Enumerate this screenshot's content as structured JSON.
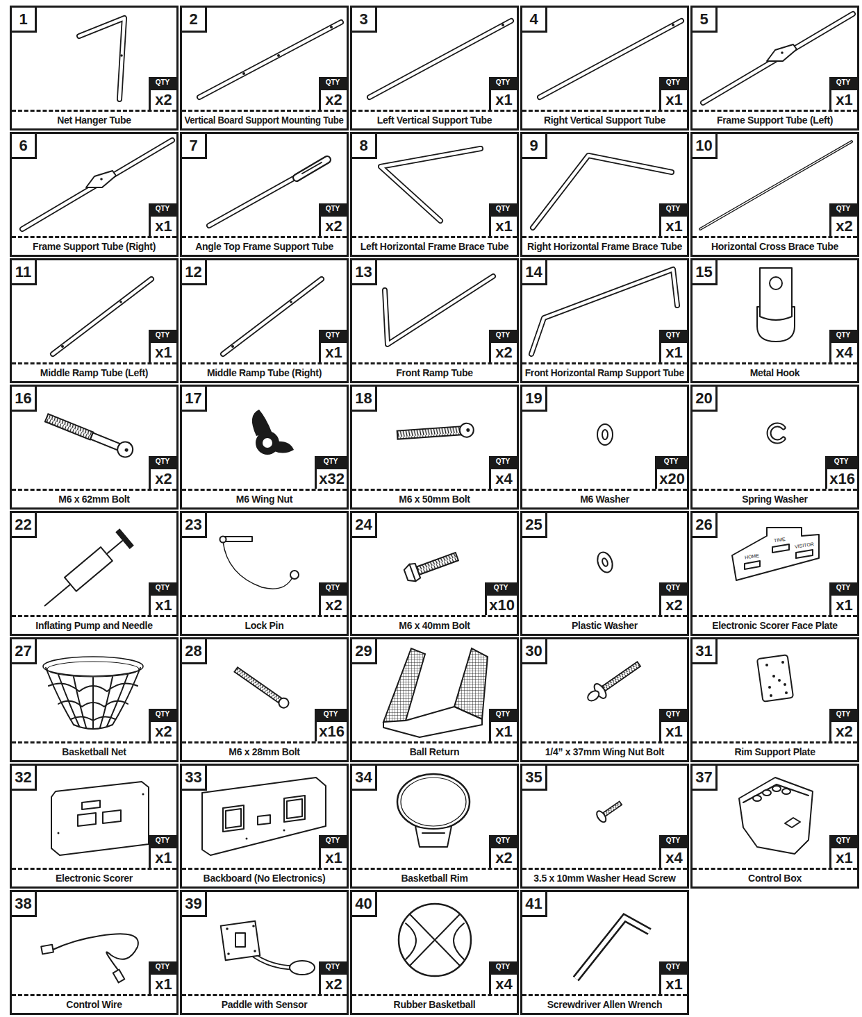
{
  "diagram": {
    "nodes": [
      {
        "text": [
          "1",
          "QTY",
          "x2",
          "Net Hanger Tube"
        ]
      },
      {
        "text": [
          "2",
          "QTY",
          "x2",
          "Vertical Board Support Mounting Tube"
        ]
      },
      {
        "text": [
          "3",
          "QTY",
          "x1",
          "Left Vertical Support Tube"
        ]
      },
      {
        "text": [
          "4",
          "QTY",
          "x1",
          "Right Vertical Support Tube"
        ]
      },
      {
        "text": [
          "5",
          "QTY",
          "x1",
          "Frame Support Tube (Left)"
        ]
      },
      {
        "text": [
          "6",
          "QTY",
          "x1",
          "Frame Support Tube (Right)"
        ]
      },
      {
        "text": [
          "7",
          "QTY",
          "x2",
          "Angle Top Frame Support Tube"
        ]
      },
      {
        "text": [
          "8",
          "QTY",
          "x1",
          "Left Horizontal Frame Brace Tube"
        ]
      },
      {
        "text": [
          "9",
          "QTY",
          "x1",
          "Right Horizontal Frame Brace Tube"
        ]
      },
      {
        "text": [
          "10",
          "QTY",
          "x2",
          "Horizontal Cross Brace Tube"
        ]
      },
      {
        "text": [
          "11",
          "QTY",
          "x1",
          "Middle Ramp Tube (Left)"
        ]
      },
      {
        "text": [
          "12",
          "QTY",
          "x1",
          "Middle Ramp Tube (Right)"
        ]
      },
      {
        "text": [
          "13",
          "QTY",
          "x2",
          "Front Ramp Tube"
        ]
      },
      {
        "text": [
          "14",
          "QTY",
          "x1",
          "Front Horizontal Ramp Support Tube"
        ]
      },
      {
        "text": [
          "15",
          "QTY",
          "x4",
          "Metal Hook"
        ]
      },
      {
        "text": [
          "16",
          "QTY",
          "x2",
          "M6 x 62mm Bolt"
        ]
      },
      {
        "text": [
          "17",
          "QTY",
          "x32",
          "M6 Wing Nut"
        ]
      },
      {
        "text": [
          "18",
          "QTY",
          "x4",
          "M6 x 50mm Bolt"
        ]
      },
      {
        "text": [
          "19",
          "QTY",
          "x20",
          "M6 Washer"
        ]
      },
      {
        "text": [
          "20",
          "QTY",
          "x16",
          "Spring Washer"
        ]
      },
      {
        "text": [
          "22",
          "QTY",
          "x1",
          "Inflating Pump and Needle"
        ]
      },
      {
        "text": [
          "23",
          "QTY",
          "x2",
          "Lock Pin"
        ]
      },
      {
        "text": [
          "24",
          "QTY",
          "x10",
          "M6 x 40mm Bolt"
        ]
      },
      {
        "text": [
          "25",
          "QTY",
          "x2",
          "Plastic Washer"
        ]
      },
      {
        "text": [
          "26",
          "QTY",
          "x1",
          "Electronic Scorer Face Plate"
        ]
      },
      {
        "text": [
          "27",
          "QTY",
          "x2",
          "Basketball Net"
        ]
      },
      {
        "text": [
          "28",
          "QTY",
          "x16",
          "M6 x 28mm Bolt"
        ]
      },
      {
        "text": [
          "29",
          "QTY",
          "x1",
          "Ball Return"
        ]
      },
      {
        "text": [
          "30",
          "QTY",
          "x1",
          "1/4” x 37mm Wing Nut Bolt"
        ]
      },
      {
        "text": [
          "31",
          "QTY",
          "x2",
          "Rim Support Plate"
        ]
      },
      {
        "text": [
          "32",
          "QTY",
          "x1",
          "Electronic Scorer"
        ]
      },
      {
        "text": [
          "33",
          "QTY",
          "x1",
          "Backboard (No Electronics)"
        ]
      },
      {
        "text": [
          "34",
          "QTY",
          "x2",
          "Basketball Rim"
        ]
      },
      {
        "text": [
          "35",
          "QTY",
          "x4",
          "3.5 x 10mm Washer Head Screw"
        ]
      },
      {
        "text": [
          "37",
          "QTY",
          "x1",
          "Control Box"
        ]
      },
      {
        "text": [
          "38",
          "QTY",
          "x1",
          "Control Wire"
        ]
      },
      {
        "text": [
          "39",
          "QTY",
          "x2",
          "Paddle with Sensor"
        ]
      },
      {
        "text": [
          "40",
          "QTY",
          "x4",
          "Rubber Basketball"
        ]
      },
      {
        "text": [
          "41",
          "QTY",
          "x1",
          "Screwdriver Allen Wrench"
        ]
      }
    ],
    "labels": [
      "HOME",
      "TIME",
      "VISITOR"
    ]
  }
}
